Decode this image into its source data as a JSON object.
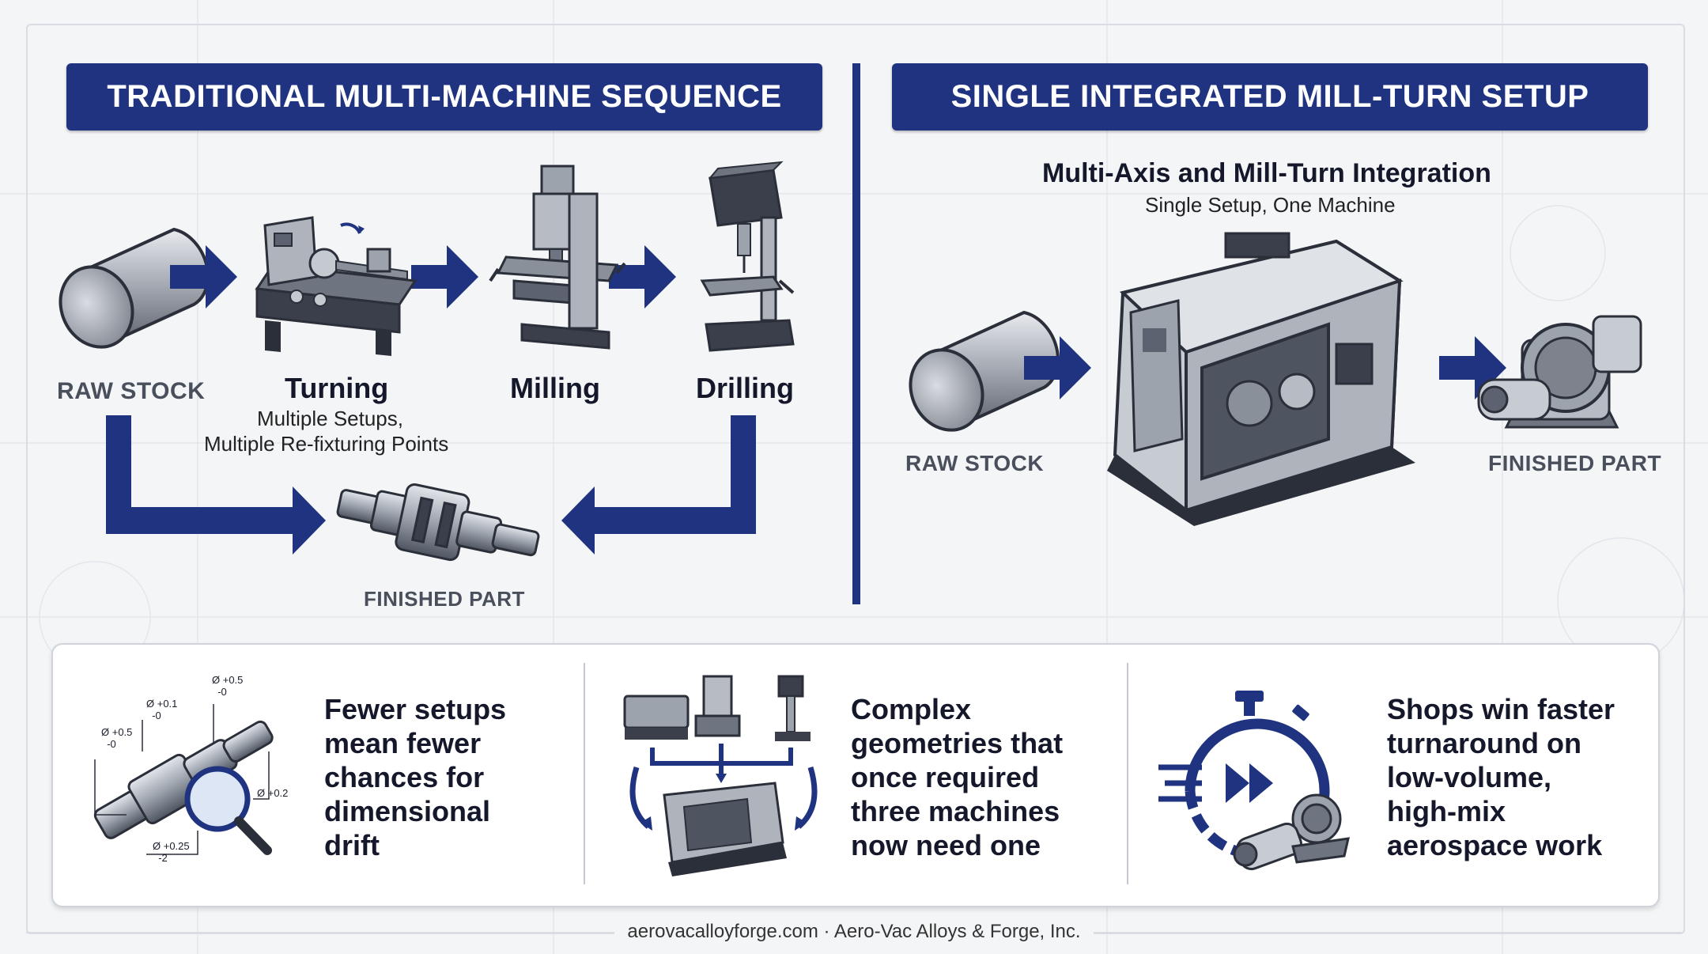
{
  "left_section": {
    "banner": "TRADITIONAL MULTI-MACHINE SEQUENCE",
    "raw_stock": "RAW STOCK",
    "turning": "Turning",
    "turning_note_1": "Multiple Setups,",
    "turning_note_2": "Multiple Re-fixturing Points",
    "milling": "Milling",
    "drilling": "Drilling",
    "finished_part": "FINISHED PART"
  },
  "right_section": {
    "banner": "SINGLE INTEGRATED MILL-TURN SETUP",
    "title": "Multi-Axis and Mill-Turn Integration",
    "subtitle": "Single Setup, One Machine",
    "raw_stock": "RAW STOCK",
    "finished_part": "FINISHED PART"
  },
  "benefits": {
    "items": [
      {
        "lines": [
          "Fewer setups",
          "mean fewer",
          "chances for",
          "dimensional",
          "drift"
        ]
      },
      {
        "lines": [
          "Complex",
          "geometries that",
          "once required",
          "three machines",
          "now need one"
        ]
      },
      {
        "lines": [
          "Shops win faster",
          "turnaround on",
          "low-volume,",
          "high-mix",
          "aerospace work"
        ]
      }
    ],
    "tolerances": [
      "Ø +0.1\n  -0",
      "Ø +0.5\n  -0",
      "Ø +0.5\n  -0",
      "Ø +0.2",
      "Ø +0.25\n  -2"
    ]
  },
  "footer": "aerovacalloyforge.com · Aero-Vac Alloys & Forge, Inc.",
  "colors": {
    "navy": "#1f3380",
    "steel": "#9ca3ad",
    "dark": "#2b2f3a"
  }
}
